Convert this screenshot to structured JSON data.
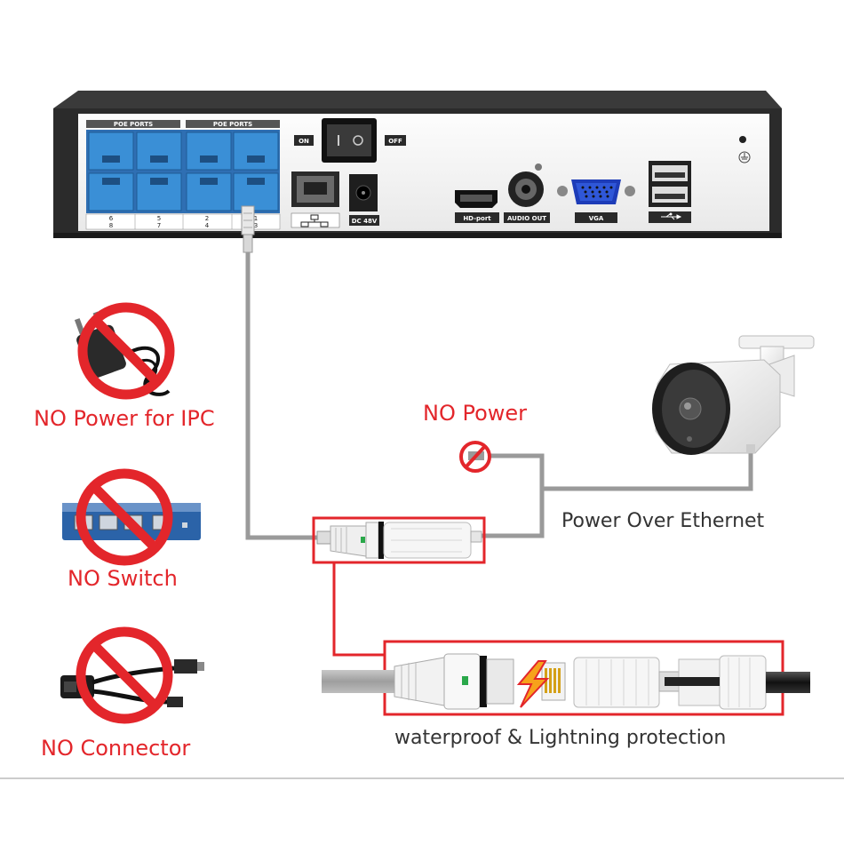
{
  "nvr": {
    "poe_ports_label": "POE PORTS",
    "poe_ports_label_2": "POE PORTS",
    "port_numbers_top": [
      "6",
      "5",
      "2",
      "1"
    ],
    "port_numbers_bottom": [
      "8",
      "7",
      "4",
      "3"
    ],
    "on_label": "ON",
    "off_label": "OFF",
    "dc_label": "DC 48V",
    "hd_label": "HD-port",
    "audio_label": "AUDIO OUT",
    "vga_label": "VGA"
  },
  "labels": {
    "no_power_ipc": "NO Power for IPC",
    "no_switch": "NO Switch",
    "no_connector": "NO Connector",
    "no_power": "NO Power",
    "poe": "Power Over Ethernet",
    "waterproof": "waterproof & Lightning protection"
  },
  "colors": {
    "accent_red": "#e3262b",
    "cable_gray": "#9a9a9a",
    "port_blue": "#3a8fd6"
  }
}
